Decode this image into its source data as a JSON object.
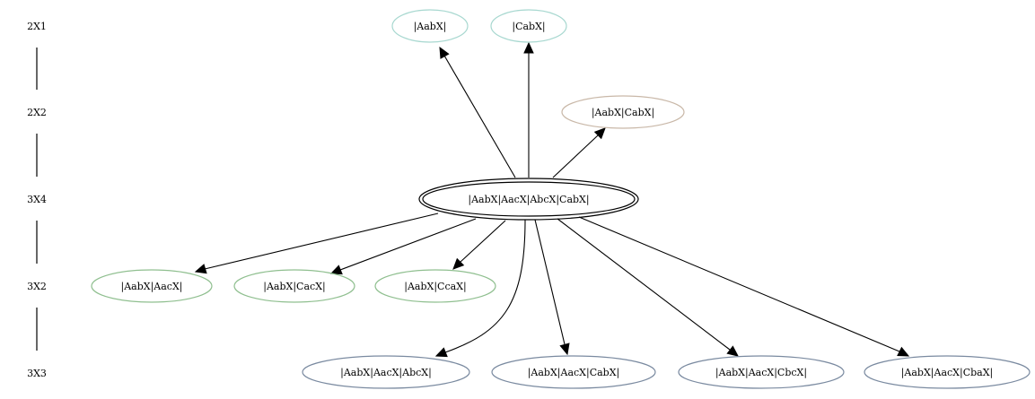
{
  "ranks": [
    {
      "id": "r1",
      "label": "2X1"
    },
    {
      "id": "r2",
      "label": "2X2"
    },
    {
      "id": "r3",
      "label": "3X4"
    },
    {
      "id": "r4",
      "label": "3X2"
    },
    {
      "id": "r5",
      "label": "3X3"
    }
  ],
  "nodes": [
    {
      "id": "n_aabx",
      "label": "|AabX|",
      "color": "#a8d8d0"
    },
    {
      "id": "n_cabx",
      "label": "|CabX|",
      "color": "#a8d8d0"
    },
    {
      "id": "n_aabx_cabx",
      "label": "|AabX|CabX|",
      "color": "#c9b8a8"
    },
    {
      "id": "n_root",
      "label": "|AabX|AacX|AbcX|CabX|",
      "color": "#000000"
    },
    {
      "id": "n_aabx_aacx",
      "label": "|AabX|AacX|",
      "color": "#8fbf8f"
    },
    {
      "id": "n_aabx_cacx",
      "label": "|AabX|CacX|",
      "color": "#8fbf8f"
    },
    {
      "id": "n_aabx_ccax",
      "label": "|AabX|CcaX|",
      "color": "#8fbf8f"
    },
    {
      "id": "n_aabx_aacx_abcx",
      "label": "|AabX|AacX|AbcX|",
      "color": "#7a8aa0"
    },
    {
      "id": "n_aabx_aacx_cabx",
      "label": "|AabX|AacX|CabX|",
      "color": "#7a8aa0"
    },
    {
      "id": "n_aabx_aacx_cbcx",
      "label": "|AabX|AacX|CbcX|",
      "color": "#7a8aa0"
    },
    {
      "id": "n_aabx_aacx_cbax",
      "label": "|AabX|AacX|CbaX|",
      "color": "#7a8aa0"
    }
  ],
  "edges": [
    {
      "from": "n_root",
      "to": "n_aabx"
    },
    {
      "from": "n_root",
      "to": "n_cabx"
    },
    {
      "from": "n_root",
      "to": "n_aabx_cabx"
    },
    {
      "from": "n_root",
      "to": "n_aabx_aacx"
    },
    {
      "from": "n_root",
      "to": "n_aabx_cacx"
    },
    {
      "from": "n_root",
      "to": "n_aabx_ccax"
    },
    {
      "from": "n_root",
      "to": "n_aabx_aacx_abcx"
    },
    {
      "from": "n_root",
      "to": "n_aabx_aacx_cabx"
    },
    {
      "from": "n_root",
      "to": "n_aabx_aacx_cbcx"
    },
    {
      "from": "n_root",
      "to": "n_aabx_aacx_cbax"
    }
  ]
}
